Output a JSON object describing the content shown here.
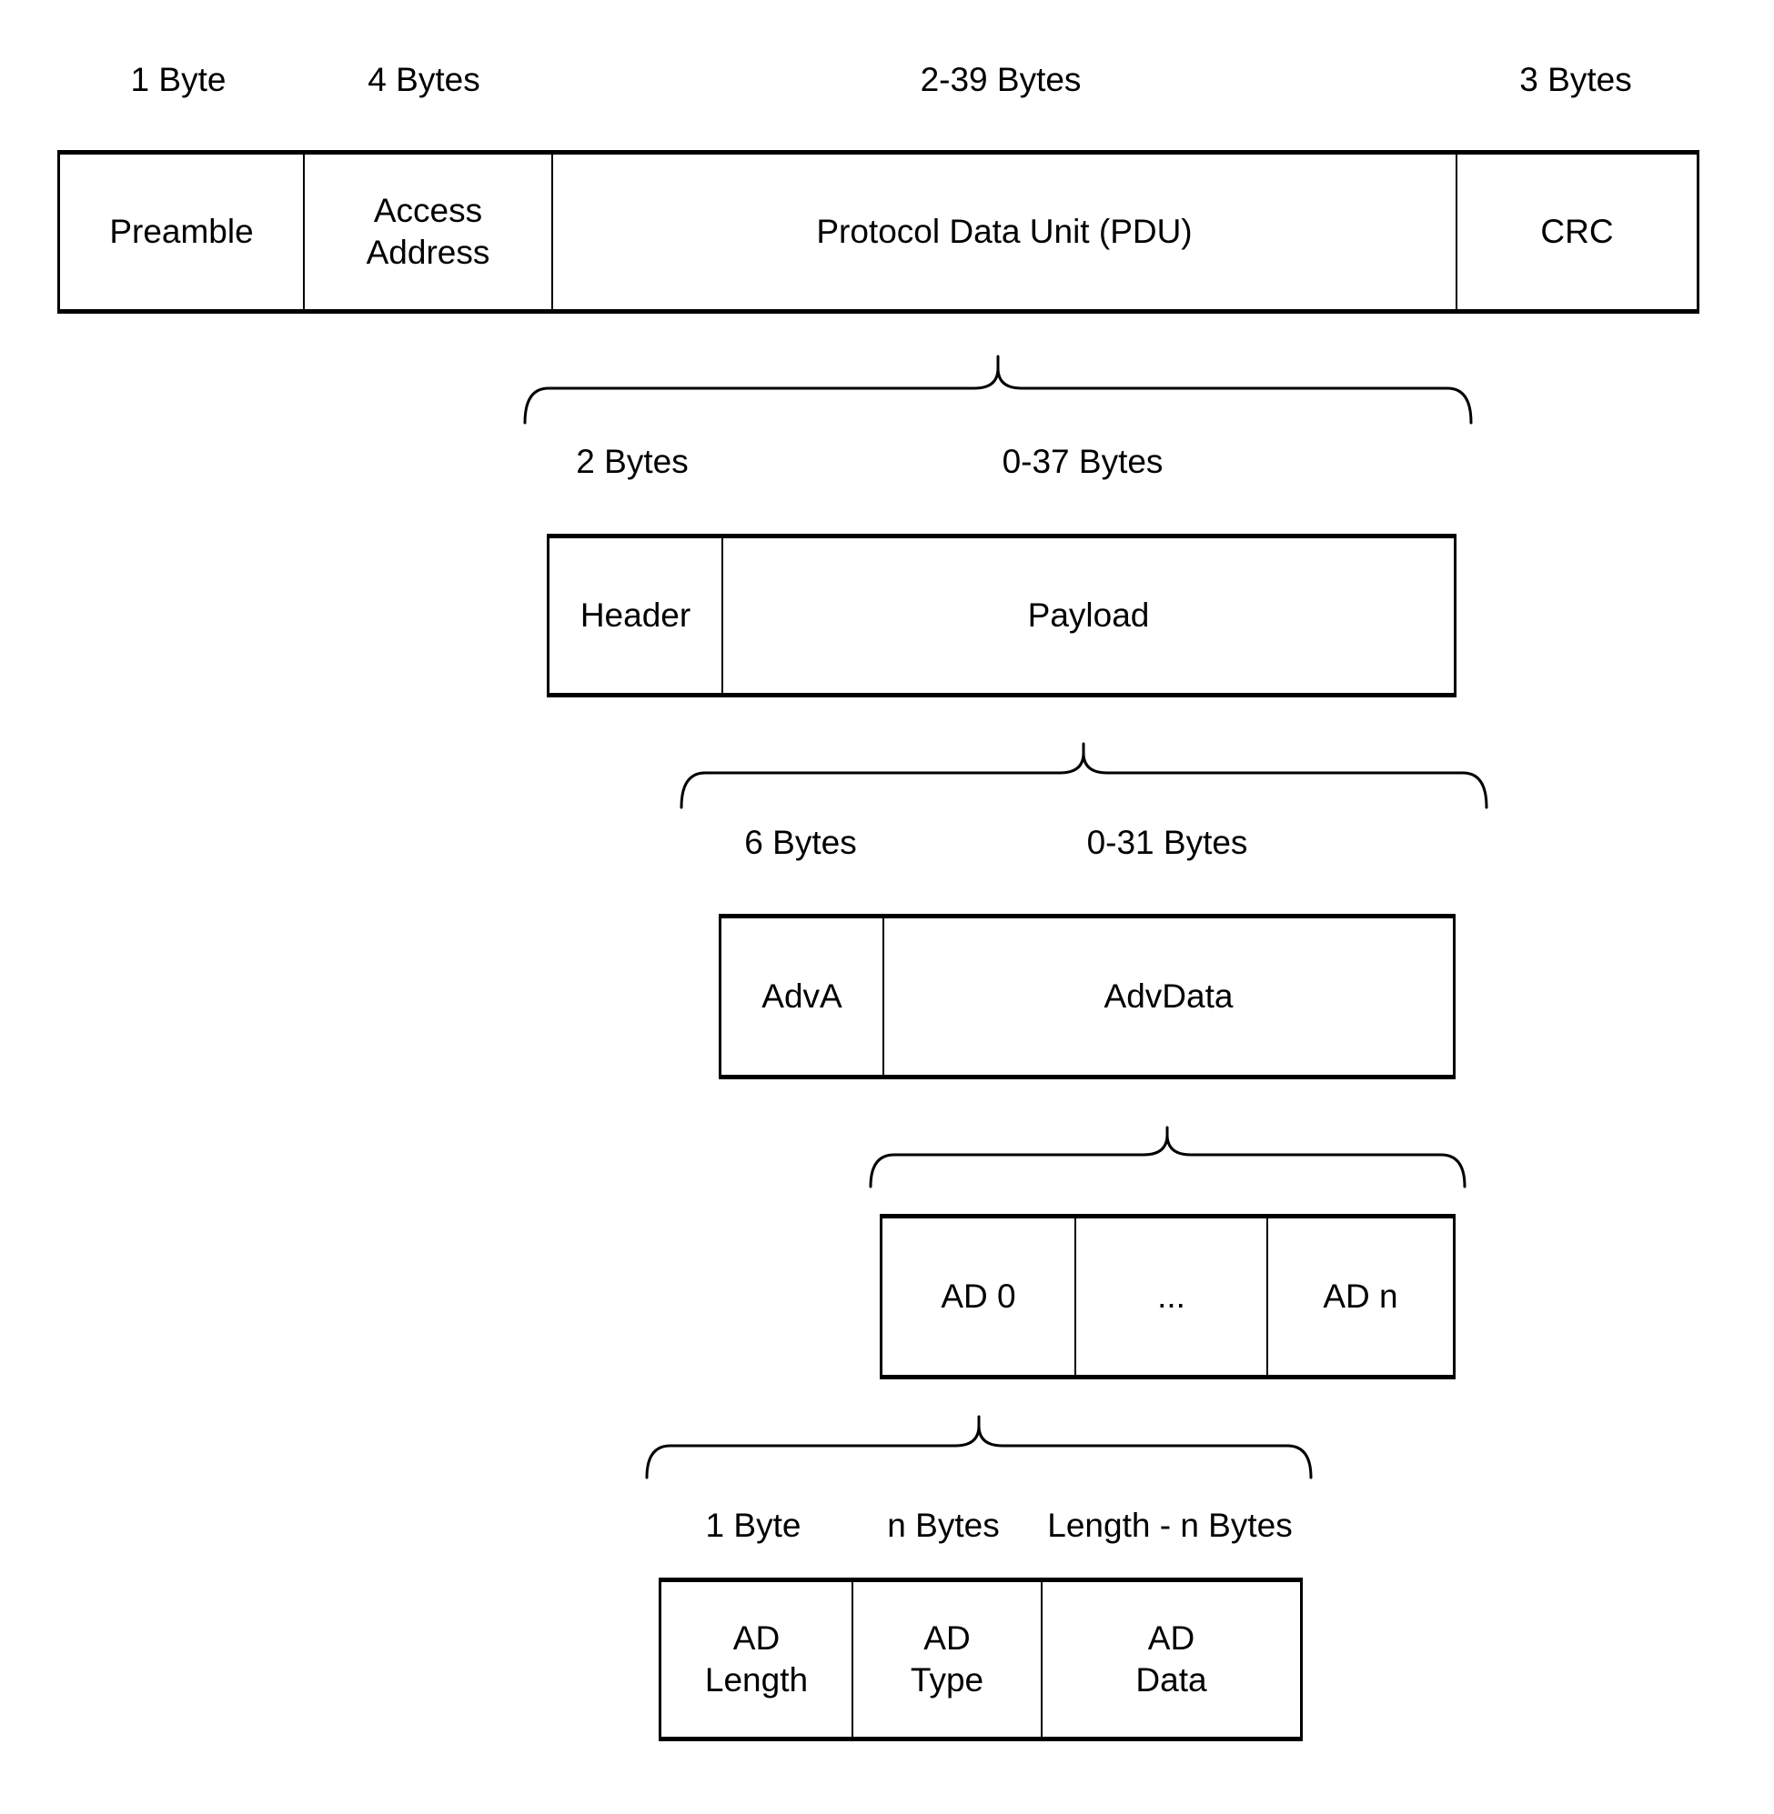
{
  "colors": {
    "background": "#ffffff",
    "line": "#000000",
    "text": "#000000"
  },
  "packet_row": {
    "labels": {
      "preamble_size": "1 Byte",
      "access_address_size": "4 Bytes",
      "pdu_size": "2-39 Bytes",
      "crc_size": "3 Bytes"
    },
    "cells": {
      "preamble": "Preamble",
      "access_address": "Access\nAddress",
      "pdu": "Protocol Data Unit (PDU)",
      "crc": "CRC"
    }
  },
  "pdu_row": {
    "labels": {
      "header_size": "2 Bytes",
      "payload_size": "0-37 Bytes"
    },
    "cells": {
      "header": "Header",
      "payload": "Payload"
    }
  },
  "payload_row": {
    "labels": {
      "adva_size": "6 Bytes",
      "advdata_size": "0-31 Bytes"
    },
    "cells": {
      "adva": "AdvA",
      "advdata": "AdvData"
    }
  },
  "advdata_row": {
    "cells": {
      "ad0": "AD 0",
      "ellipsis": "...",
      "adn": "AD n"
    }
  },
  "ad_structure_row": {
    "labels": {
      "ad_length_size": "1 Byte",
      "ad_type_size": "n Bytes",
      "ad_data_size": "Length - n Bytes"
    },
    "cells": {
      "ad_length": "AD\nLength",
      "ad_type": "AD\nType",
      "ad_data": "AD\nData"
    }
  }
}
